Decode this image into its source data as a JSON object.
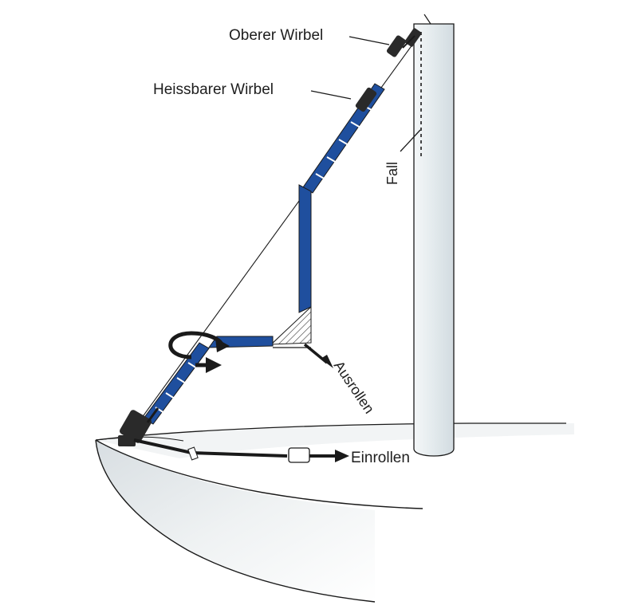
{
  "labels": {
    "oberer_wirbel": "Oberer Wirbel",
    "heissbarer_wirbel": "Heissbarer Wirbel",
    "fall": "Fall",
    "ausrollen": "Ausrollen",
    "einrollen": "Einrollen"
  },
  "colors": {
    "sail": "#1f4f9e",
    "outline": "#1a1a1a",
    "mast_fill": "#e9eff1",
    "hull_fill": "#eef1f2"
  }
}
